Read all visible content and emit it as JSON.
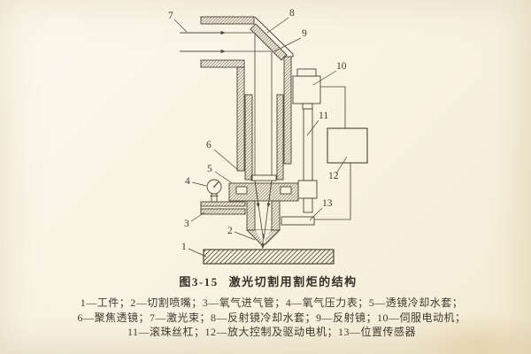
{
  "figure": {
    "caption": {
      "number": "图3-15",
      "title": "激光切割用割炬的结构"
    },
    "legend_lines": [
      "1—工件；2—切割喷嘴；3—氧气进气管；4—氧气压力表；5—透镜冷却水套；",
      "6—聚焦透镜；7—激光束；8—反射镜冷却水套；9—反射镜；10—伺服电动机；",
      "11—滚珠丝杠；12—放大控制及驱动电机；13—位置传感器"
    ],
    "parts": [
      {
        "num": "1",
        "name": "工件"
      },
      {
        "num": "2",
        "name": "切割喷嘴"
      },
      {
        "num": "3",
        "name": "氧气进气管"
      },
      {
        "num": "4",
        "name": "氧气压力表"
      },
      {
        "num": "5",
        "name": "透镜冷却水套"
      },
      {
        "num": "6",
        "name": "聚焦透镜"
      },
      {
        "num": "7",
        "name": "激光束"
      },
      {
        "num": "8",
        "name": "反射镜冷却水套"
      },
      {
        "num": "9",
        "name": "反射镜"
      },
      {
        "num": "10",
        "name": "伺服电动机"
      },
      {
        "num": "11",
        "name": "滚珠丝杠"
      },
      {
        "num": "12",
        "name": "放大控制及驱动电机"
      },
      {
        "num": "13",
        "name": "位置传感器"
      }
    ],
    "colors": {
      "page_background": "#f8f2e2",
      "ink": "#4b4238",
      "text": "#3b352c"
    }
  }
}
